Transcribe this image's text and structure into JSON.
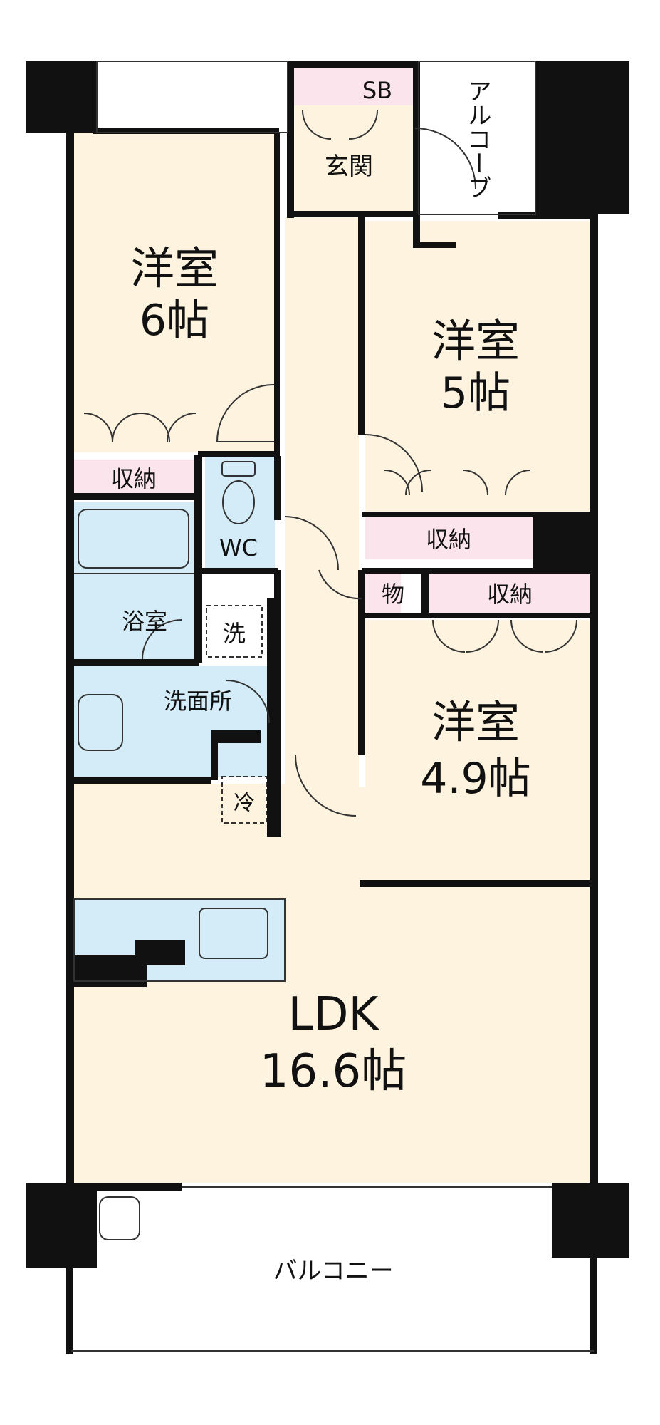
{
  "plan": {
    "rooms": {
      "western1_name": "洋室",
      "western1_size": "6帖",
      "western2_name": "洋室",
      "western2_size": "5帖",
      "western3_name": "洋室",
      "western3_size": "4.9帖",
      "ldk_name": "LDK",
      "ldk_size": "16.6帖"
    },
    "labels": {
      "sb": "SB",
      "entrance": "玄関",
      "alcove": "アルコーブ",
      "storage1": "収納",
      "storage2": "収納",
      "storage3": "収納",
      "storage_small": "物",
      "wc": "WC",
      "bath": "浴室",
      "washer": "洗",
      "washroom": "洗面所",
      "fridge": "冷",
      "balcony": "バルコニー"
    },
    "colors": {
      "room_fill": "#fdf3de",
      "wet_fill": "#d3ecf7",
      "storage_fill": "#fbe4ec",
      "wall": "#111111",
      "background": "#ffffff"
    }
  }
}
